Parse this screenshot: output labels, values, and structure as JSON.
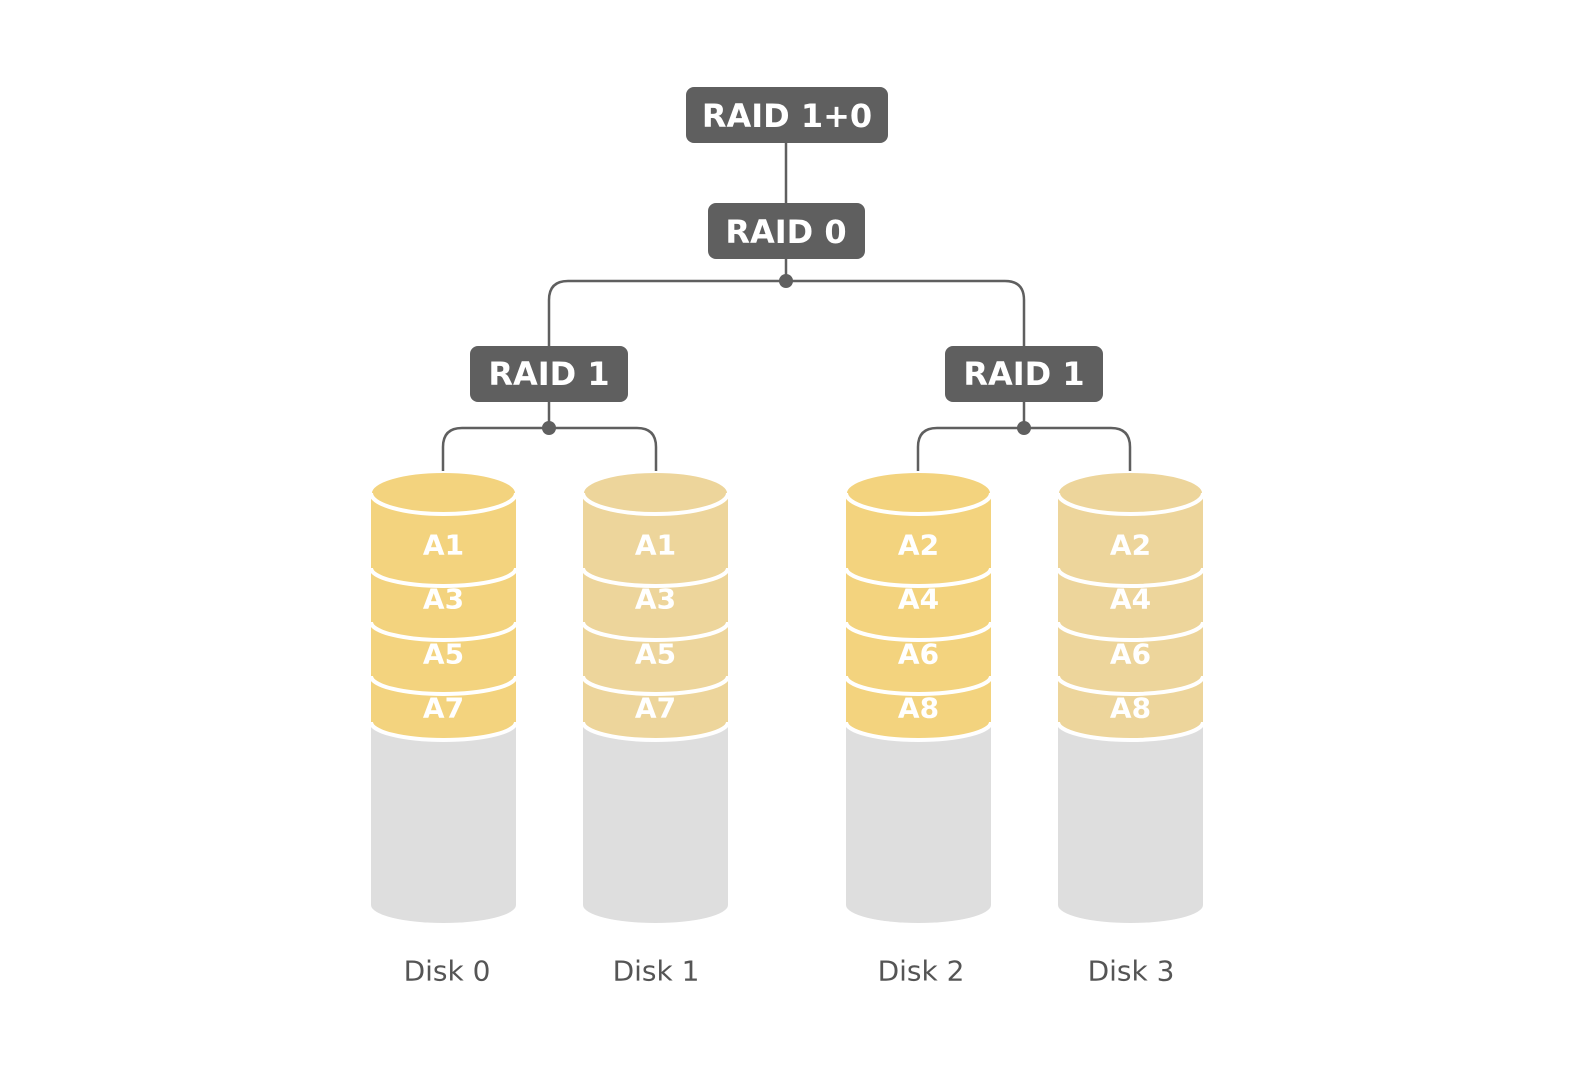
{
  "diagram": {
    "root_label": "RAID 1+0",
    "stripe_label": "RAID 0",
    "mirror_left_label": "RAID 1",
    "mirror_right_label": "RAID 1",
    "disks": [
      {
        "label": "Disk 0",
        "blocks": [
          "A1",
          "A3",
          "A5",
          "A7"
        ]
      },
      {
        "label": "Disk 1",
        "blocks": [
          "A1",
          "A3",
          "A5",
          "A7"
        ]
      },
      {
        "label": "Disk 2",
        "blocks": [
          "A2",
          "A4",
          "A6",
          "A8"
        ]
      },
      {
        "label": "Disk 3",
        "blocks": [
          "A2",
          "A4",
          "A6",
          "A8"
        ]
      }
    ]
  },
  "colors": {
    "box": "#5f5f5f",
    "connector": "#5f5f5f",
    "primary_block": "#f3d37e",
    "mirror_block": "#edd59b",
    "empty_disk": "#dedede",
    "separator": "#ffffff",
    "disk_label": "#555555"
  }
}
